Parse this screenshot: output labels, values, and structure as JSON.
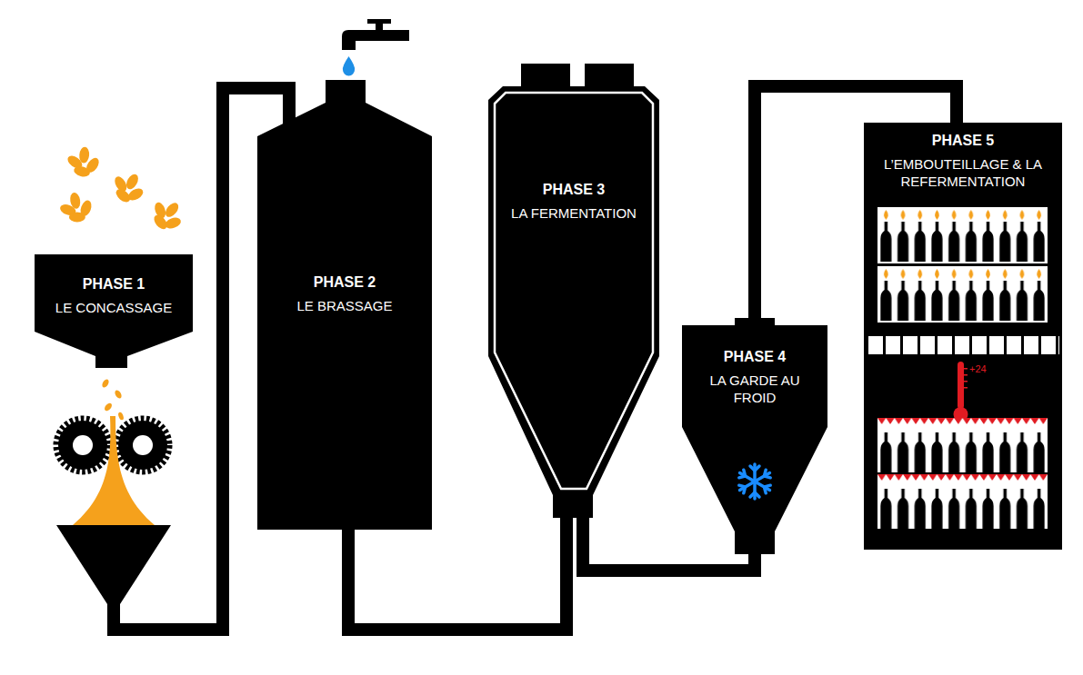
{
  "diagram": {
    "nodes": [
      {
        "text": [
          "PHASE 1",
          "LE CONCASSAGE"
        ]
      },
      {
        "text": [
          "PHASE 2",
          "LE BRASSAGE"
        ]
      },
      {
        "text": [
          "PHASE 3",
          "LA FERMENTATION"
        ]
      },
      {
        "text": [
          "PHASE 4",
          "LA GARDE AU FROID"
        ]
      },
      {
        "text": [
          "PHASE 5",
          "L’EMBOUTEILLAGE & LA REFERMENTATION"
        ]
      }
    ],
    "edges": [
      {
        "from": 0,
        "to": 1,
        "arrow": "none"
      },
      {
        "from": 1,
        "to": 2,
        "arrow": "none"
      },
      {
        "from": 2,
        "to": 3,
        "arrow": "none"
      },
      {
        "from": 3,
        "to": 4,
        "arrow": "none"
      }
    ],
    "labels": [
      "+24"
    ]
  }
}
